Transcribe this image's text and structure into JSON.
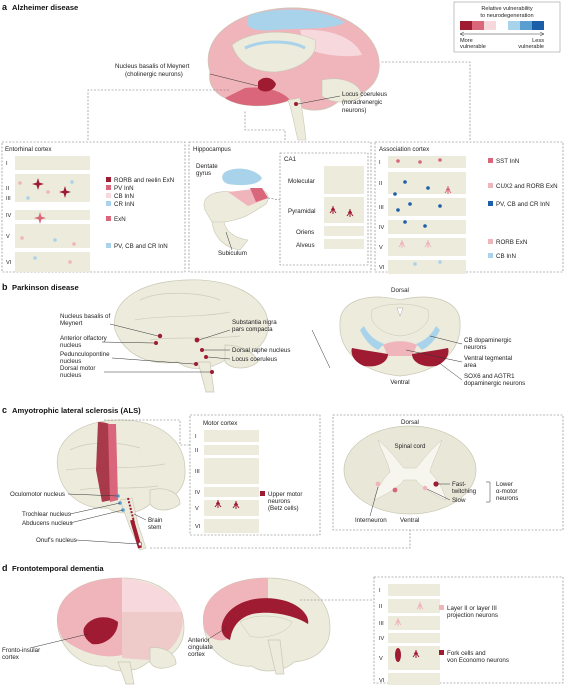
{
  "colors": {
    "most": "#9e1b32",
    "high": "#d9667a",
    "mid": "#f0b4bb",
    "low_pink": "#f7d8dc",
    "low_blue": "#a9d3ea",
    "mid_blue": "#5a9fd0",
    "least": "#1d5ea8",
    "tissue": "#ecebdc",
    "spinal": "#e9e8d8"
  },
  "panels": {
    "a": {
      "letter": "a",
      "title": "Alzheimer disease",
      "legend_title": "Relative vulnerability to neurodegeneration",
      "legend_more": "More vulnerable",
      "legend_less": "Less vulnerable",
      "labels": {
        "meynert": "Nucleus basalis of Meynert",
        "meynert_sub": "(cholinergic neurons)",
        "coeruleus": "Locus coeruleus",
        "coeruleus_sub": "(noradrenergic",
        "coeruleus_sub2": "neurons)"
      },
      "entorhinal": {
        "title": "Entorhinal cortex",
        "layers": [
          "I",
          "II",
          "III",
          "IV",
          "V",
          "VI"
        ],
        "legend": [
          "RORB and reelin ExN",
          "PV InN",
          "CB InN",
          "CR InN",
          "ExN",
          "PV, CB and CR InN"
        ]
      },
      "hippocampus": {
        "title": "Hippocampus",
        "dentate": "Dentate",
        "gyrus": "gyrus",
        "subiculum": "Subiculum",
        "ca1": "CA1",
        "layers": [
          "Molecular",
          "Pyramidal",
          "Oriens",
          "Alveus"
        ]
      },
      "association": {
        "title": "Association cortex",
        "layers": [
          "I",
          "II",
          "III",
          "IV",
          "V",
          "VI"
        ],
        "legend": [
          "SST InN",
          "CUX2 and RORB ExN",
          "PV, CB and CR InN",
          "RORB ExN",
          "CB InN"
        ]
      }
    },
    "b": {
      "letter": "b",
      "title": "Parkinson disease",
      "left_labels": [
        "Nucleus basalis of",
        "Meynert",
        "Anterior olfactory",
        "nucleus",
        "Pedunculopontine",
        "nucleus",
        "Dorsal motor",
        "nucleus"
      ],
      "right_labels": [
        "Substantia nigra",
        "pars compacta",
        "Dorsal raphe nucleus",
        "Locus coeruleus"
      ],
      "midbrain": {
        "dorsal": "Dorsal",
        "ventral": "Ventral",
        "labels": [
          "CB dopaminergic",
          "neurons",
          "Ventral tegmental",
          "area",
          "SOX6 and AGTR1",
          "dopaminergic neurons"
        ]
      }
    },
    "c": {
      "letter": "c",
      "title": "Amyotrophic lateral sclerosis (ALS)",
      "labels": [
        "Oculomotor nucleus",
        "Trochlear nucleus",
        "Abducens nucleus",
        "Onuf's nucleus",
        "Brain",
        "stem"
      ],
      "motor": {
        "title": "Motor cortex",
        "layers": [
          "I",
          "II",
          "III",
          "IV",
          "V",
          "VI"
        ],
        "legend": [
          "Upper motor",
          "neurons",
          "(Betz cells)"
        ]
      },
      "spinal": {
        "dorsal": "Dorsal",
        "cord": "Spinal cord",
        "interneuron": "Interneuron",
        "ventral": "Ventral",
        "fast": "Fast-",
        "twitching": "twitching",
        "slow": "Slow",
        "lower": "Lower",
        "alpha": "α-motor",
        "neurons": "neurons"
      }
    },
    "d": {
      "letter": "d",
      "title": "Frontotemporal dementia",
      "labels": [
        "Fronto-insular",
        "cortex",
        "Anterior",
        "cingulate",
        "cortex"
      ],
      "cortex": {
        "layers": [
          "I",
          "II",
          "III",
          "IV",
          "V",
          "VI"
        ],
        "legend": [
          "Layer II or layer III",
          "projection neurons",
          "Fork cells and",
          "von Economo neurons"
        ]
      }
    }
  }
}
